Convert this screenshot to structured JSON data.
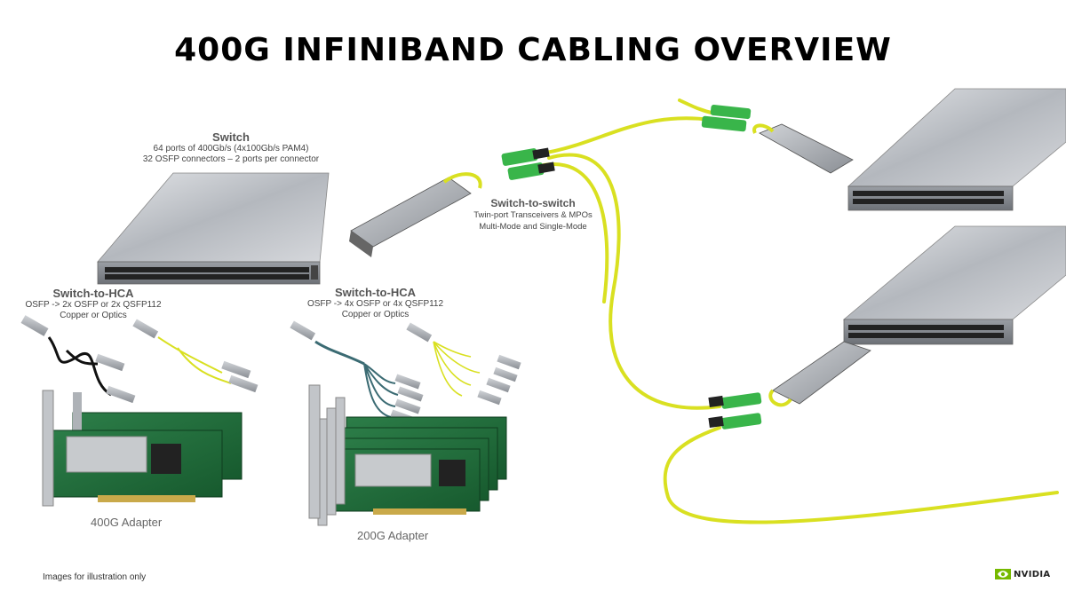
{
  "title": "400G INFINIBAND CABLING OVERVIEW",
  "switch_label": {
    "title": "Switch",
    "line1": "64 ports of 400Gb/s (4x100Gb/s PAM4)",
    "line2": "32 OSFP connectors – 2 ports per connector"
  },
  "hca_left": {
    "title": "Switch-to-HCA",
    "line1": "OSFP -> 2x OSFP or 2x QSFP112",
    "line2": "Copper or Optics"
  },
  "hca_right": {
    "title": "Switch-to-HCA",
    "line1": "OSFP -> 4x OSFP or 4x QSFP112",
    "line2": "Copper or Optics"
  },
  "switch_to_switch": {
    "title": "Switch-to-switch",
    "line1": "Twin-port Transceivers & MPOs",
    "line2": "Multi-Mode and Single-Mode"
  },
  "adapter_400g": "400G Adapter",
  "adapter_200g": "200G Adapter",
  "footnote": "Images for illustration only",
  "logo_text": "NVIDIA",
  "colors": {
    "fiber": "#d9e021",
    "mpo_green": "#39b54a",
    "pcb_green": "#1f6b3a",
    "metal": "#b8bcc2",
    "nvidia_green": "#76b900"
  },
  "icons": {
    "switch": "switch-chassis-icon",
    "transceiver": "osfp-transceiver-icon",
    "adapter": "network-adapter-icon",
    "logo": "nvidia-eye-icon"
  }
}
